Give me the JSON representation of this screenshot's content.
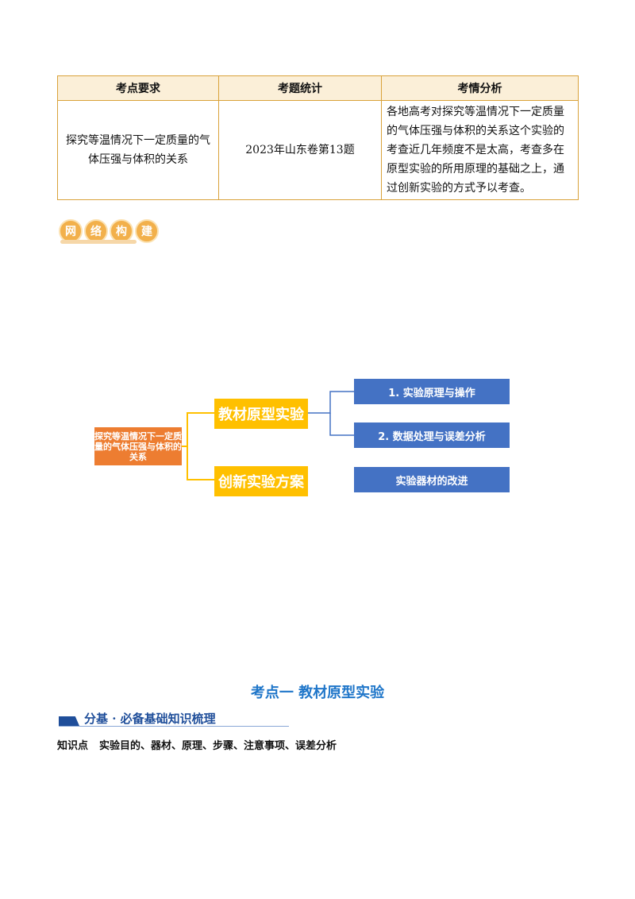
{
  "table": {
    "headers": [
      "考点要求",
      "考题统计",
      "考情分析"
    ],
    "row": {
      "requirement": "探究等温情况下一定质量的气体压强与体积的关系",
      "statistics": "2023年山东卷第13题",
      "analysis": "各地高考对探究等温情况下一定质量的气体压强与体积的关系这个实验的考查近几年频度不是太高，考查多在原型实验的所用原理的基础之上，通过创新实验的方式予以考查。"
    }
  },
  "badge": {
    "chars": [
      "网",
      "络",
      "构",
      "建"
    ]
  },
  "mindmap": {
    "root": "探究等温情况下一定质量的气体压强与体积的关系",
    "branches": [
      "教材原型实验",
      "创新实验方案"
    ],
    "leaves": [
      "1. 实验原理与操作",
      "2. 数据处理与误差分析",
      "实验器材的改进"
    ],
    "colors": {
      "root": "#ed7d31",
      "branch": "#ffc000",
      "leaf": "#4472c4"
    }
  },
  "section": {
    "title": "考点一  教材原型实验",
    "subheading": "分基 · 必备基础知识梳理",
    "knowledge_label": "知识点",
    "knowledge_text": "实验目的、器材、原理、步骤、注意事项、误差分析"
  }
}
